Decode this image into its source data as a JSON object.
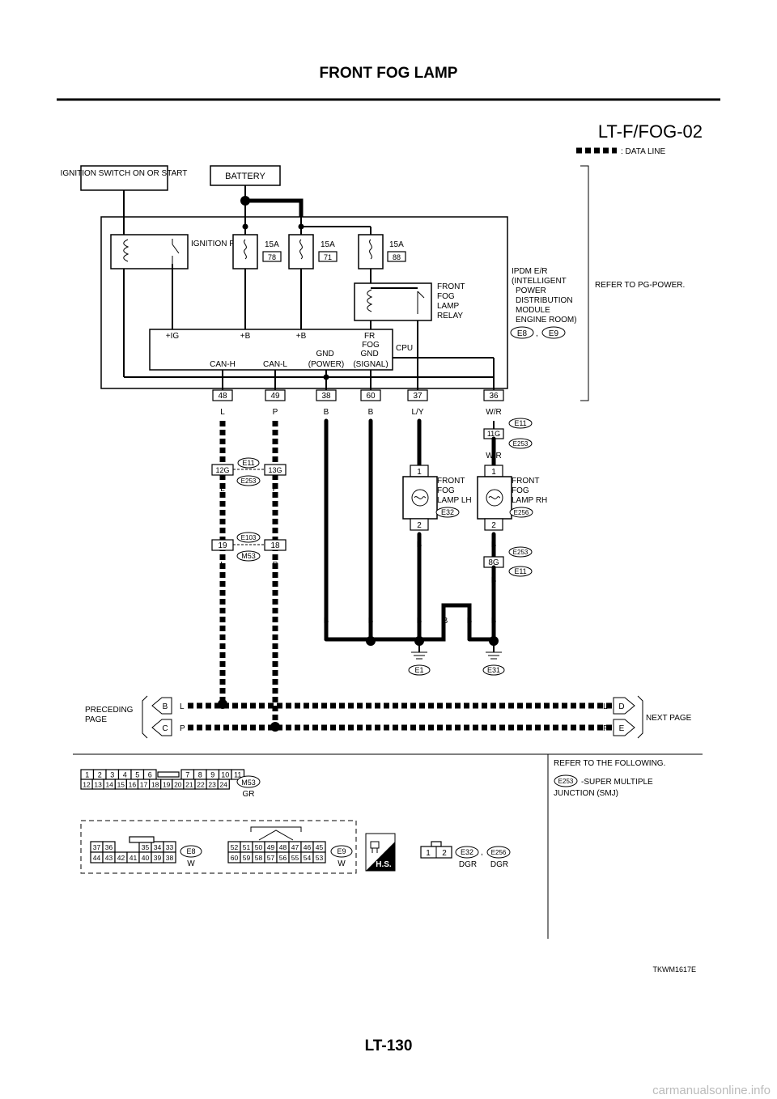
{
  "header": {
    "title": "FRONT FOG LAMP",
    "page_number": "LT-130",
    "diagram_code": "LT-F/FOG-02",
    "figure_code": "TKWM1617E",
    "watermark": "carmanualsonline.info"
  },
  "legend": {
    "data_line": ": DATA LINE"
  },
  "components": {
    "ignition_switch": "IGNITION SWITCH ON OR START",
    "battery": "BATTERY",
    "ignition_relay": "IGNITION RELAY",
    "ipdm_lines": [
      "IPDM E/R",
      "(INTELLIGENT",
      "POWER",
      "DISTRIBUTION",
      "MODULE",
      "ENGINE ROOM)"
    ],
    "ipdm_connectors": [
      "E8",
      "E9"
    ],
    "fog_relay_lines": [
      "FRONT",
      "FOG",
      "LAMP",
      "RELAY"
    ],
    "cpu": "CPU",
    "refer_pg": "REFER TO PG-POWER.",
    "fog_lh_lines": [
      "FRONT",
      "FOG",
      "LAMP LH"
    ],
    "fog_rh_lines": [
      "FRONT",
      "FOG",
      "LAMP RH"
    ]
  },
  "fuses": [
    {
      "amp": "15A",
      "num": "78"
    },
    {
      "amp": "15A",
      "num": "71"
    },
    {
      "amp": "15A",
      "num": "88"
    }
  ],
  "cpu_terms": {
    "ig": "+IG",
    "b1": "+B",
    "b2": "+B",
    "fr_fog": [
      "FR",
      "FOG"
    ],
    "can_h": "CAN-H",
    "can_l": "CAN-L",
    "gnd_power": [
      "GND",
      "(POWER)"
    ],
    "gnd_signal": [
      "GND",
      "(SIGNAL)"
    ]
  },
  "pins": [
    {
      "num": "48",
      "color": "L"
    },
    {
      "num": "49",
      "color": "P"
    },
    {
      "num": "38",
      "color": "B"
    },
    {
      "num": "60",
      "color": "B"
    },
    {
      "num": "37",
      "color": "L/Y"
    },
    {
      "num": "36",
      "color": "W/R"
    }
  ],
  "wiring": {
    "c12g": "12G",
    "c13g": "13G",
    "e11": "E11",
    "e253": "E253",
    "l": "L",
    "p": "P",
    "b": "B",
    "wr": "W/R",
    "c19": "19",
    "c18": "18",
    "e103": "E103",
    "m53": "M53",
    "c11g": "11G",
    "c8g": "8G",
    "lamp_pin1": "1",
    "lamp_pin2": "2",
    "e32": "E32",
    "e256": "E256",
    "e1": "E1",
    "e31": "E31"
  },
  "page_links": {
    "preceding": [
      "PRECEDING",
      "PAGE"
    ],
    "next": "NEXT PAGE",
    "b": "B",
    "c": "C",
    "d": "D",
    "e": "E",
    "l": "L",
    "p": "P"
  },
  "connectors": {
    "m53_top": [
      "1",
      "2",
      "3",
      "4",
      "5",
      "6",
      "7",
      "8",
      "9",
      "10",
      "11"
    ],
    "m53_bottom": [
      "12",
      "13",
      "14",
      "15",
      "16",
      "17",
      "18",
      "19",
      "20",
      "21",
      "22",
      "23",
      "24"
    ],
    "m53_color": "GR",
    "e8_top": [
      "37",
      "36",
      "35",
      "34",
      "33"
    ],
    "e8_bottom": [
      "44",
      "43",
      "42",
      "41",
      "40",
      "39",
      "38"
    ],
    "e8_color": "W",
    "e9_top": [
      "52",
      "51",
      "50",
      "49",
      "48",
      "47",
      "46",
      "45"
    ],
    "e9_bottom": [
      "60",
      "59",
      "58",
      "57",
      "56",
      "55",
      "54",
      "53"
    ],
    "e9_color": "W",
    "hs": "H.S.",
    "lamp_pins": [
      "1",
      "2"
    ],
    "e32_color": "DGR",
    "e256_color": "DGR"
  },
  "refer": {
    "heading": "REFER TO THE FOLLOWING.",
    "smj_lines": [
      "-SUPER MULTIPLE",
      "JUNCTION (SMJ)"
    ]
  }
}
